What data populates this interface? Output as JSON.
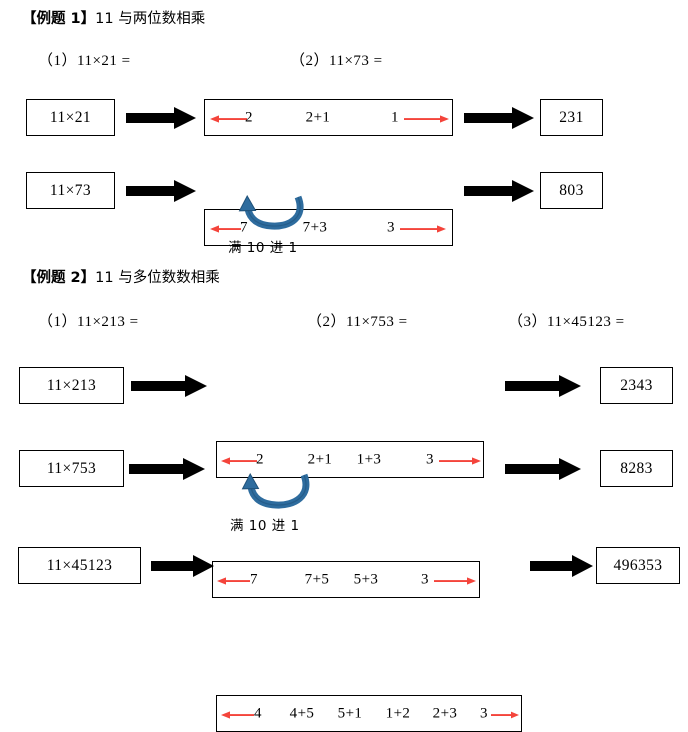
{
  "page": {
    "bg_color": "#ffffff",
    "ink_color": "#000000",
    "red_arrow_color": "#F4443B",
    "blue_arc_color": "#2E6C9E",
    "blue_arc_dark": "#1F5179"
  },
  "examples": [
    {
      "id": "example-1",
      "tag": "【例题 1】",
      "title": "11 与两位数相乘",
      "problems": [
        {
          "label": "（1）11×21 ="
        },
        {
          "label": "（2）11×73 ="
        }
      ],
      "rows": [
        {
          "id": "row-11x21",
          "source": "11×21",
          "terms": [
            "2",
            "2+1",
            "1"
          ],
          "result": "231",
          "carry": null
        },
        {
          "id": "row-11x73",
          "source": "11×73",
          "terms": [
            "7",
            "7+3",
            "3"
          ],
          "result": "803",
          "carry": "满 10 进 1"
        }
      ]
    },
    {
      "id": "example-2",
      "tag": "【例题 2】",
      "title": "11 与多位数数相乘",
      "problems": [
        {
          "label": "（1）11×213 ="
        },
        {
          "label": "（2）11×753 ="
        },
        {
          "label": "（3）11×45123 ="
        }
      ],
      "rows": [
        {
          "id": "row-11x213",
          "source": "11×213",
          "terms": [
            "2",
            "2+1",
            "1+3",
            "3"
          ],
          "result": "2343",
          "carry": null
        },
        {
          "id": "row-11x753",
          "source": "11×753",
          "terms": [
            "7",
            "7+5",
            "5+3",
            "3"
          ],
          "result": "8283",
          "carry": "满 10 进 1"
        },
        {
          "id": "row-11x45123",
          "source": "11×45123",
          "terms": [
            "4",
            "4+5",
            "5+1",
            "1+2",
            "2+3",
            "3"
          ],
          "result": "496353",
          "carry": null
        }
      ]
    }
  ],
  "icons": {
    "black_arrow": "right-block-arrow",
    "red_left_arrow": "red-left-arrow",
    "red_right_arrow": "red-right-arrow",
    "blue_carry_arc": "blue-carry-arc"
  }
}
